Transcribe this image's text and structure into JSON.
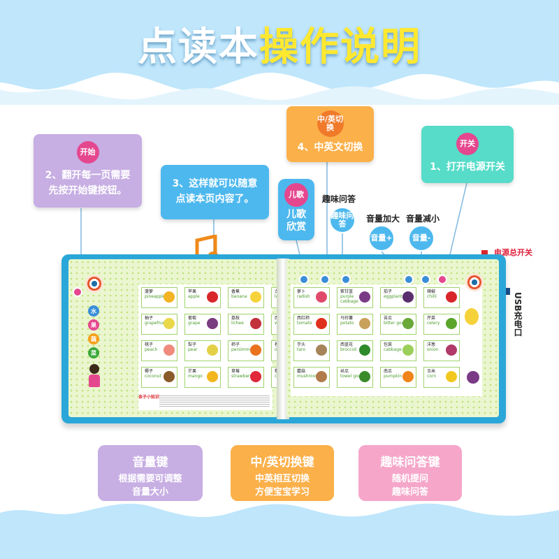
{
  "title": {
    "part1": "点读本",
    "part2": "操作说明"
  },
  "callouts": {
    "start": {
      "badge": "开始",
      "line1": "2、翻开每一页需要",
      "line2": "先按开始键按钮。"
    },
    "tap": {
      "line1": "3、这样就可以随意",
      "line2": "点读本页内容了。"
    },
    "language": {
      "badge": "中/英切换",
      "text": "4、中英文切换"
    },
    "power": {
      "badge": "开关",
      "text": "1、打开电源开关"
    },
    "song": {
      "badge": "儿歌",
      "line1": "儿歌",
      "line2": "欣赏"
    },
    "quiz": {
      "label": "趣味问答",
      "badge": "趣味问答"
    },
    "volume_up": {
      "label": "音量加大",
      "badge": "音量+"
    },
    "volume_down": {
      "label": "音量减小",
      "badge": "音量-"
    },
    "main_power": "电源总开关",
    "usb": "USB充电口"
  },
  "book": {
    "left_tags": [
      "水",
      "果",
      "蔬",
      "菜"
    ],
    "fruits": [
      {
        "cn": "菠萝",
        "en": "pineapple",
        "color": "#f2b324"
      },
      {
        "cn": "苹果",
        "en": "apple",
        "color": "#d8262b"
      },
      {
        "cn": "香蕉",
        "en": "banana",
        "color": "#f6d23a"
      },
      {
        "cn": "龙眼",
        "en": "longan",
        "color": "#c9a15a"
      },
      {
        "cn": "柚子",
        "en": "grapefruit",
        "color": "#e9d84a"
      },
      {
        "cn": "葡萄",
        "en": "grape",
        "color": "#7a3c7e"
      },
      {
        "cn": "荔枝",
        "en": "lichee",
        "color": "#c2303a"
      },
      {
        "cn": "西瓜",
        "en": "watermelon",
        "color": "#2f8a2c"
      },
      {
        "cn": "桃子",
        "en": "peach",
        "color": "#f08a7d"
      },
      {
        "cn": "梨子",
        "en": "pear",
        "color": "#e3d046"
      },
      {
        "cn": "柿子",
        "en": "persimmon",
        "color": "#e8731c"
      },
      {
        "cn": "橙子",
        "en": "orange",
        "color": "#f59a1a"
      },
      {
        "cn": "椰子",
        "en": "coconut",
        "color": "#8a5a2a"
      },
      {
        "cn": "芒果",
        "en": "mango",
        "color": "#f2b71f"
      },
      {
        "cn": "草莓",
        "en": "strawberry",
        "color": "#e0283a"
      },
      {
        "cn": "樱桃",
        "en": "cherry",
        "color": "#c4182c"
      }
    ],
    "vegetables": [
      {
        "cn": "萝卜",
        "en": "radish",
        "color": "#e04a6a"
      },
      {
        "cn": "紫甘蓝",
        "en": "purple cabbage",
        "color": "#7a3a86"
      },
      {
        "cn": "茄子",
        "en": "eggplant",
        "color": "#5a2d6e"
      },
      {
        "cn": "辣椒",
        "en": "chilli",
        "color": "#d8262b"
      },
      {
        "cn": "西红柿",
        "en": "tomato",
        "color": "#e0301e"
      },
      {
        "cn": "马铃薯",
        "en": "potato",
        "color": "#c9a15a"
      },
      {
        "cn": "苦瓜",
        "en": "bitter gourd",
        "color": "#6aa83a"
      },
      {
        "cn": "芹菜",
        "en": "celery",
        "color": "#5aa52a"
      },
      {
        "cn": "芋头",
        "en": "taro",
        "color": "#a6845a"
      },
      {
        "cn": "西蓝花",
        "en": "broccoli",
        "color": "#2f8a2c"
      },
      {
        "cn": "包菜",
        "en": "cabbage",
        "color": "#9ccf5a"
      },
      {
        "cn": "洋葱",
        "en": "onion",
        "color": "#b03a6a"
      },
      {
        "cn": "蘑菇",
        "en": "mushroom",
        "color": "#b07a4a"
      },
      {
        "cn": "丝瓜",
        "en": "towel gourd",
        "color": "#3a8a2a"
      },
      {
        "cn": "南瓜",
        "en": "pumpkin",
        "color": "#f0841a"
      },
      {
        "cn": "玉米",
        "en": "corn",
        "color": "#f2c81f"
      }
    ],
    "tips_title": "亲子小知识:"
  },
  "info_boxes": {
    "volume": {
      "title": "音量键",
      "line1": "根据需要可调整",
      "line2": "音量大小"
    },
    "language": {
      "title": "中/英切换键",
      "line1": "中英相互切换",
      "line2": "方便宝宝学习"
    },
    "quiz": {
      "title": "趣味问答键",
      "line1": "随机提问",
      "line2": "趣味问答"
    }
  },
  "colors": {
    "sky": "#bfe6fb",
    "book_frame": "#2aa7d8",
    "accent_pink": "#e5478f"
  }
}
